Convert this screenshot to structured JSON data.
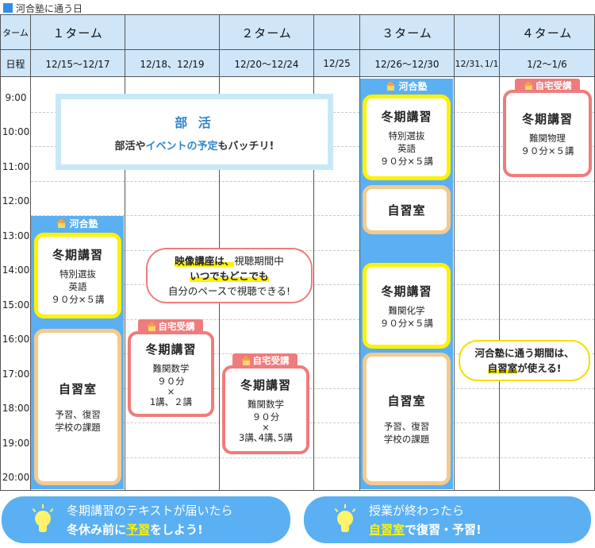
{
  "legend": {
    "label": "河合塾に通う日",
    "color": "#2f8fe6"
  },
  "header": {
    "term_label": "ターム",
    "schedule_label": "日程",
    "terms": [
      "１ターム",
      "２ターム",
      "３ターム",
      "４ターム"
    ],
    "dates": [
      "12/15～12/17",
      "12/18、12/19",
      "12/20～12/24",
      "12/25",
      "12/26～12/30",
      "12/31､1/1",
      "1/2～1/6"
    ]
  },
  "times": [
    "9:00",
    "10:00",
    "11:00",
    "12:00",
    "13:00",
    "14:00",
    "15:00",
    "16:00",
    "17:00",
    "18:00",
    "19:00",
    "20:00"
  ],
  "tags": {
    "kawai": "河合塾",
    "home": "自宅受講"
  },
  "club": {
    "title": "部 活",
    "subtitle_pre": "部活や",
    "subtitle_mid": "イベントの予定",
    "subtitle_post": "もバッチリ!"
  },
  "col1": {
    "card1": {
      "title": "冬期講習",
      "l1": "特別選抜",
      "l2": "英語",
      "l3": "９０分×５講"
    },
    "card2": {
      "title": "自習室",
      "l1": "予習、復習",
      "l2": "学校の課題"
    }
  },
  "col2": {
    "card": {
      "title": "冬期講習",
      "l1": "難関数学",
      "l2": "９０分",
      "l3": "×",
      "l4": "1講、２講"
    }
  },
  "col3": {
    "card": {
      "title": "冬期講習",
      "l1": "難関数学",
      "l2": "９０分",
      "l3": "×",
      "l4": "3講､4講､5講"
    }
  },
  "col5": {
    "card1": {
      "title": "冬期講習",
      "l1": "特別選抜",
      "l2": "英語",
      "l3": "９０分×５講"
    },
    "card2": {
      "title": "自習室"
    },
    "card3": {
      "title": "冬期講習",
      "l1": "難関化学",
      "l2": "９０分×５講"
    },
    "card4": {
      "title": "自習室",
      "l1": "予習、復習",
      "l2": "学校の課題"
    }
  },
  "col7": {
    "card": {
      "title": "冬期講習",
      "l1": "難関物理",
      "l2": "９０分×５講"
    }
  },
  "bubble_video": {
    "l1a": "映像講座は、",
    "l1b": "視聴期間中",
    "l2": "いつでもどこでも",
    "l3": "自分のペースで視聴できる!"
  },
  "bubble_kawai": {
    "l1": "河合塾に通う期間は、",
    "l2a": "自習室",
    "l2b": "が使える!"
  },
  "banner_left": {
    "l1": "冬期講習のテキストが届いたら",
    "l2a": "冬休み前に",
    "l2b": "予習",
    "l2c": "をしよう!"
  },
  "banner_right": {
    "l1": "授業が終わったら",
    "l2a": "自習室",
    "l2b": "で復習・予習!"
  },
  "colors": {
    "kawai_blue": "#5ab0f2",
    "header_bg": "#cfe6f8",
    "yellow": "#fff200",
    "peach": "#f6c98d",
    "pink": "#ef7c7c"
  }
}
